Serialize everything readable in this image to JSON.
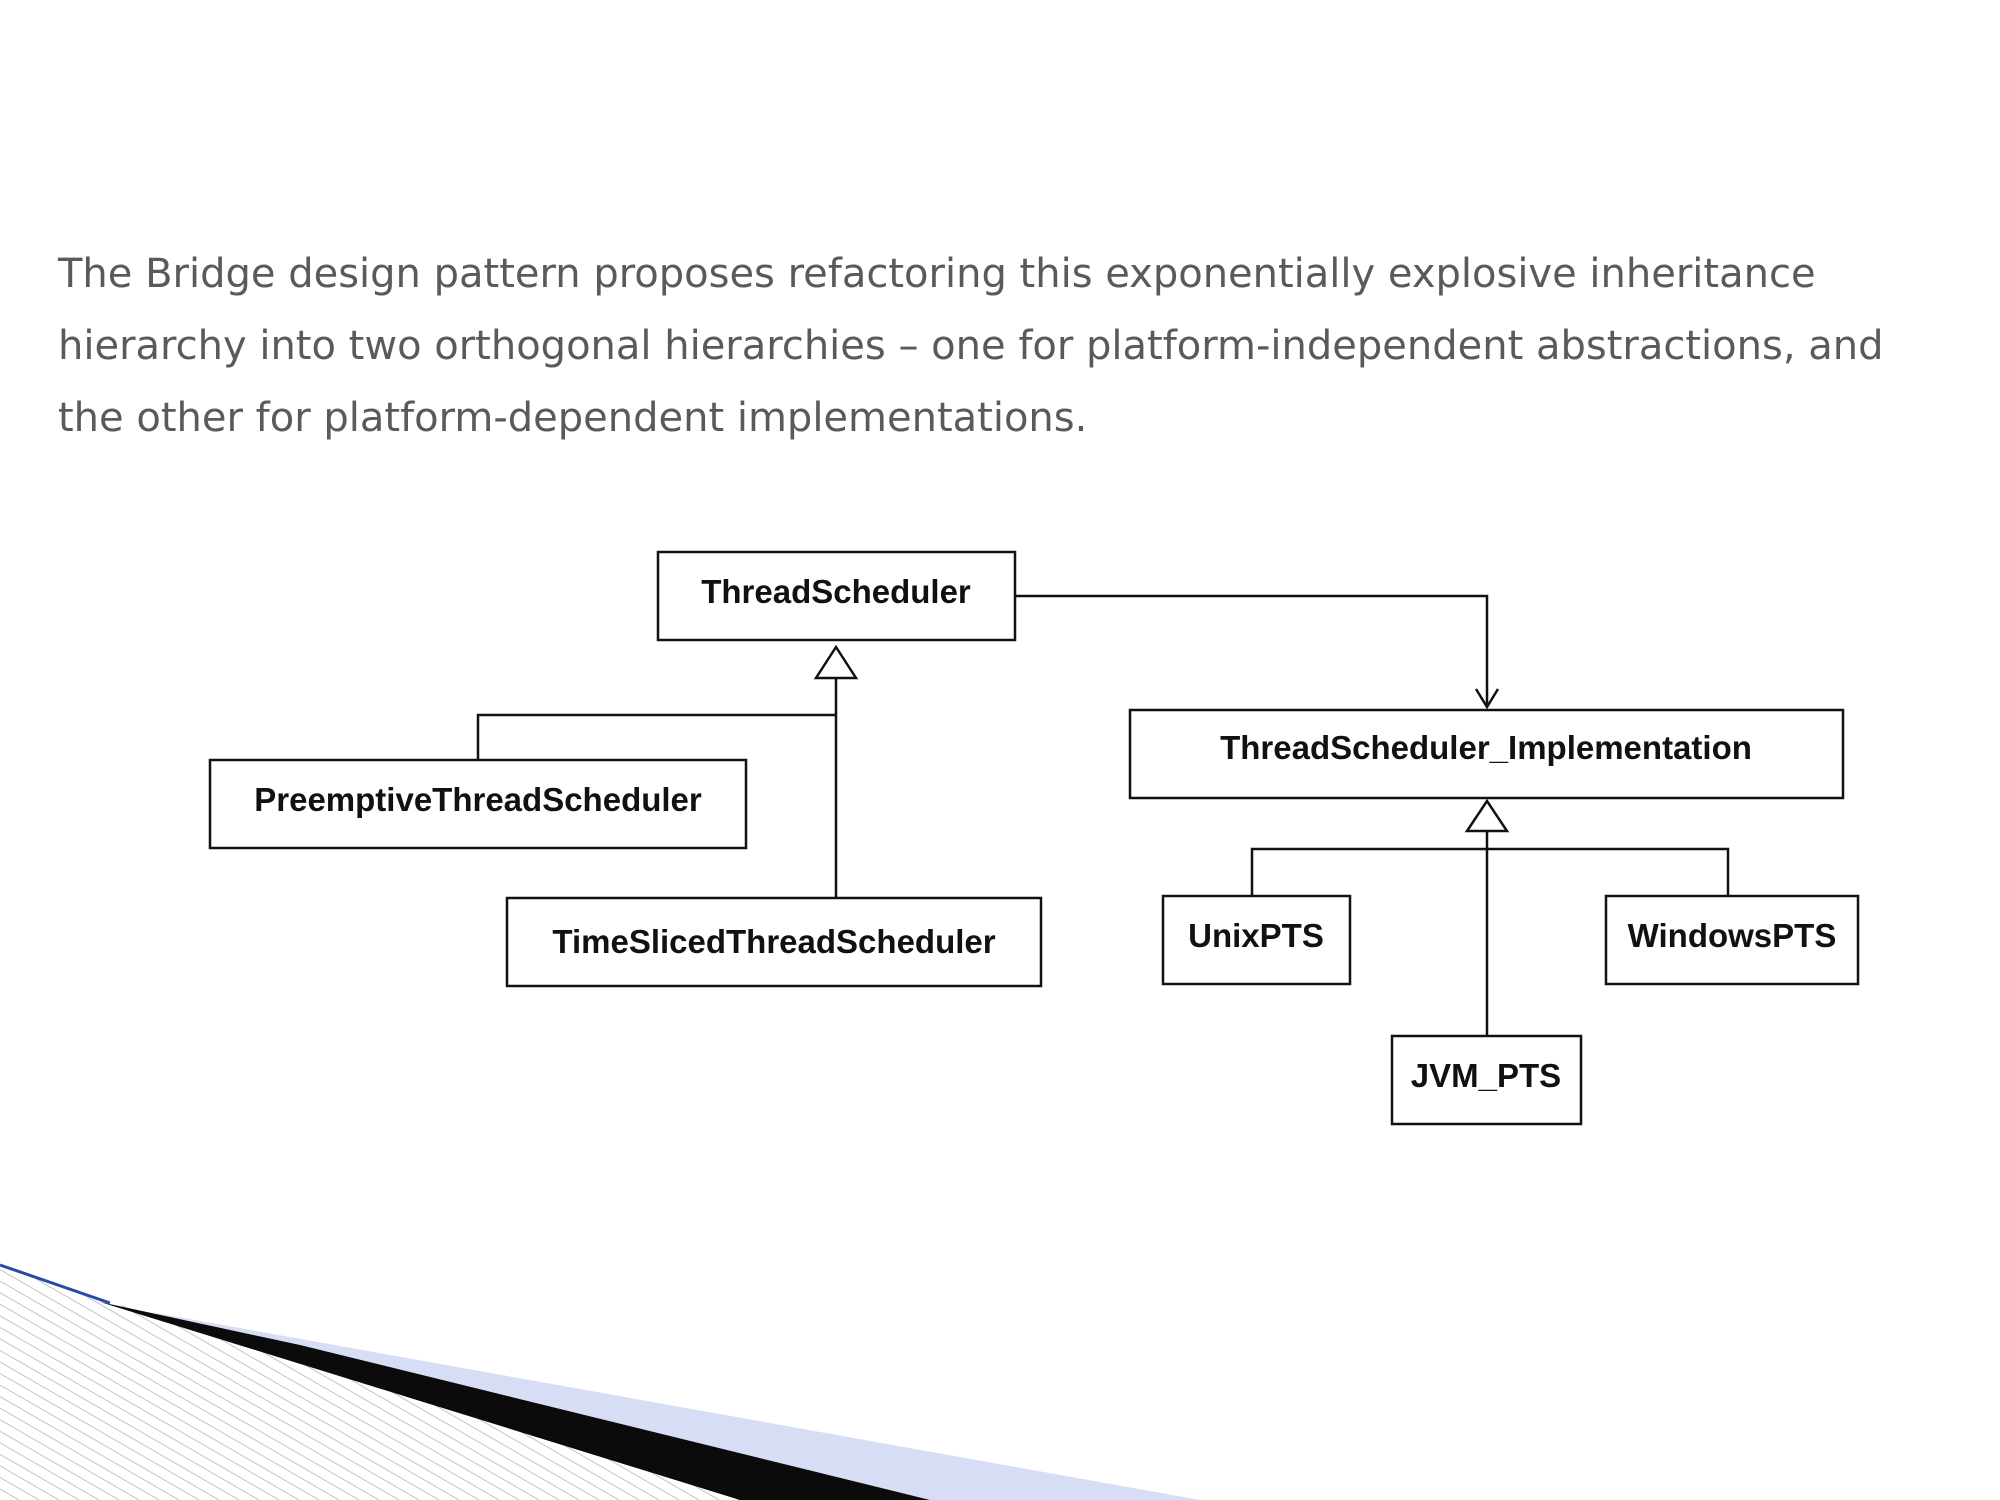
{
  "slide": {
    "text_lines": [
      "The Bridge design pattern proposes refactoring this exponentially explosive inheritance",
      "hierarchy into two orthogonal hierarchies – one for platform-independent abstractions, and",
      "the other for platform-dependent implementations."
    ],
    "accent_colors": {
      "stripe_dark": "#0b0b0b",
      "stripe_light": "#d7ddf5",
      "hatch": "#c9c9c9",
      "edge_blue": "#2a4aa8"
    }
  },
  "diagram": {
    "nodes": {
      "thread_scheduler": "ThreadScheduler",
      "preemptive": "PreemptiveThreadScheduler",
      "time_sliced": "TimeSlicedThreadScheduler",
      "implementation": "ThreadScheduler_Implementation",
      "unix": "UnixPTS",
      "windows": "WindowsPTS",
      "jvm": "JVM_PTS"
    }
  }
}
